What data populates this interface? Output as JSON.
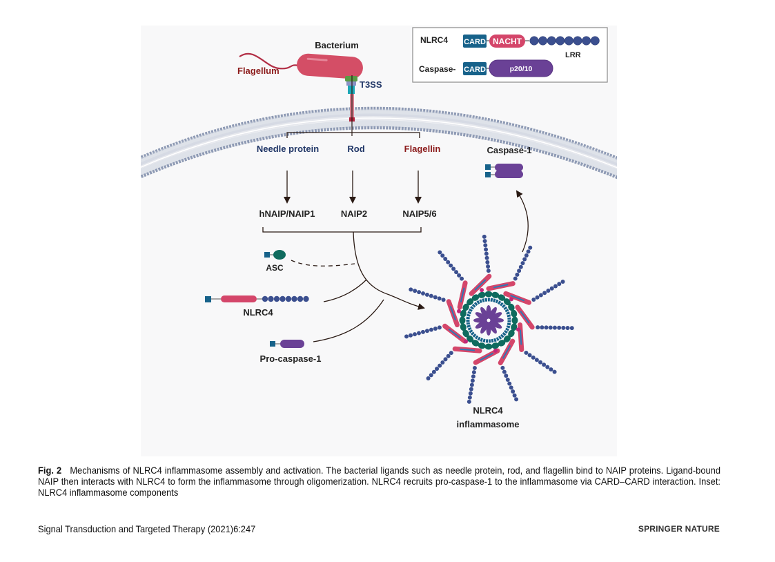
{
  "figure": {
    "labels": {
      "bacterium": "Bacterium",
      "flagellum": "Flagellum",
      "t3ss": "T3SS",
      "ligands": [
        {
          "name": "Needle protein",
          "color": "#1f3566"
        },
        {
          "name": "Rod",
          "color": "#1f3566"
        },
        {
          "name": "Flagellin",
          "color": "#8b1a1a"
        }
      ],
      "receptors": [
        "hNAIP/NAIP1",
        "NAIP2",
        "NAIP5/6"
      ],
      "asc": "ASC",
      "nlrc4": "NLRC4",
      "pro_caspase": "Pro-caspase-1",
      "caspase1": "Caspase-1",
      "inflammasome_line1": "NLRC4",
      "inflammasome_line2": "inflammasome"
    },
    "inset": {
      "nlrc4_label": "NLRC4",
      "card": "CARD",
      "nacht": "NACHT",
      "lrr": "LRR",
      "caspase_prefix": "Caspase-",
      "p20_10": "p20/10"
    },
    "colors": {
      "card": "#17628a",
      "nacht": "#d4466a",
      "lrr": "#3b4f8f",
      "caspase": "#6a4196",
      "asc_pyd": "#0f6b5e",
      "membrane": "#8e9ab4",
      "bacterium": "#d44e66",
      "flagellum_label": "#8b1a1a",
      "t3ss_label": "#1f3566"
    }
  },
  "caption": {
    "fig_label": "Fig. 2",
    "text": "Mechanisms of NLRC4 inflammasome assembly and activation. The bacterial ligands such as needle protein, rod, and flagellin bind to NAIP proteins. Ligand-bound NAIP then interacts with NLRC4 to form the inflammasome through oligomerization. NLRC4 recruits pro-caspase-1 to the inflammasome via CARD–CARD interaction. Inset: NLRC4 inflammasome components"
  },
  "footer": {
    "journal": "Signal Transduction and Targeted Therapy (2021)6:247",
    "publisher": "SPRINGER NATURE"
  }
}
